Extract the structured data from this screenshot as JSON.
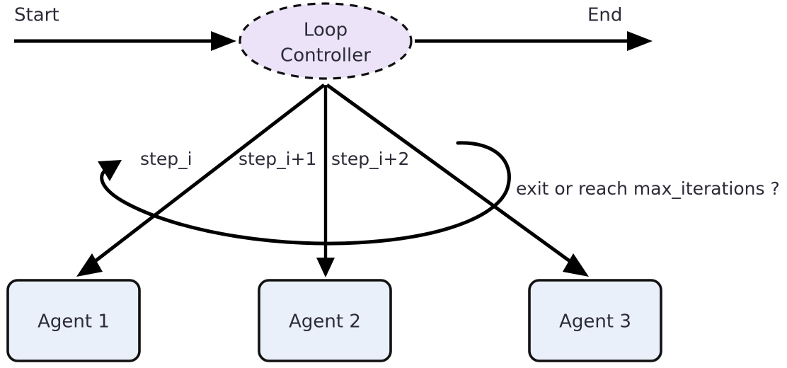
{
  "diagram": {
    "title": "Loop Controller agent orchestration flow",
    "background_color": "#ffffff",
    "stroke_color": "#000000",
    "text_color": "#2c2c38"
  },
  "terminals": {
    "start_label": "Start",
    "end_label": "End"
  },
  "controller": {
    "line1": "Loop",
    "line2": "Controller",
    "fill_color": "#ece3f8",
    "border_color": "#111111",
    "border_style": "dashed",
    "shape": "ellipse"
  },
  "agents": [
    {
      "label": "Agent 1",
      "fill_color": "#eaf0fa",
      "border_color": "#111111",
      "shape": "rounded-rectangle"
    },
    {
      "label": "Agent 2",
      "fill_color": "#eaf0fa",
      "border_color": "#111111",
      "shape": "rounded-rectangle"
    },
    {
      "label": "Agent 3",
      "fill_color": "#eaf0fa",
      "border_color": "#111111",
      "shape": "rounded-rectangle"
    }
  ],
  "edge_labels": {
    "step_1": "step_i",
    "step_2": "step_i+1",
    "step_3": "step_i+2",
    "feedback": "exit or reach max_iterations ?"
  }
}
